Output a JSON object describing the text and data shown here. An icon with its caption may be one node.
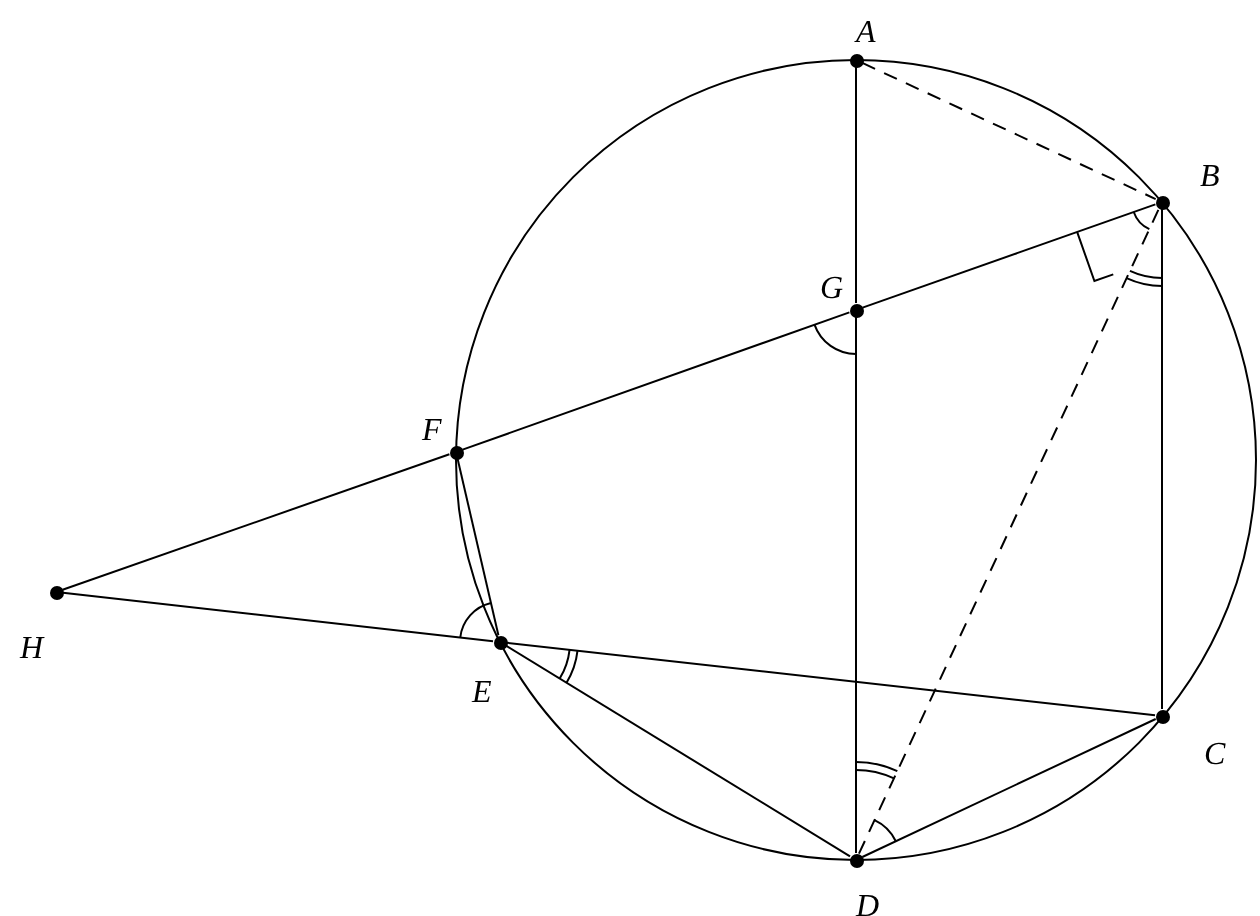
{
  "diagram": {
    "nodes": [
      {
        "text": [
          "A"
        ]
      },
      {
        "text": [
          "B"
        ]
      },
      {
        "text": [
          "C"
        ]
      },
      {
        "text": [
          "D"
        ]
      },
      {
        "text": [
          "E"
        ]
      },
      {
        "text": [
          "F"
        ]
      },
      {
        "text": [
          "G"
        ]
      },
      {
        "text": [
          "H"
        ]
      }
    ],
    "edges": [
      {
        "from": 0,
        "to": 6,
        "arrow": "none"
      },
      {
        "from": 6,
        "to": 3,
        "arrow": "none"
      },
      {
        "from": 0,
        "to": 1,
        "arrow": "none",
        "style": "dashed"
      },
      {
        "from": 1,
        "to": 2,
        "arrow": "none"
      },
      {
        "from": 7,
        "to": 5,
        "arrow": "none"
      },
      {
        "from": 5,
        "to": 6,
        "arrow": "none"
      },
      {
        "from": 6,
        "to": 1,
        "arrow": "none"
      },
      {
        "from": 7,
        "to": 4,
        "arrow": "none"
      },
      {
        "from": 4,
        "to": 2,
        "arrow": "none"
      },
      {
        "from": 5,
        "to": 4,
        "arrow": "none"
      },
      {
        "from": 4,
        "to": 3,
        "arrow": "none"
      },
      {
        "from": 3,
        "to": 2,
        "arrow": "none"
      },
      {
        "from": 3,
        "to": 1,
        "arrow": "none",
        "style": "dashed"
      }
    ]
  }
}
